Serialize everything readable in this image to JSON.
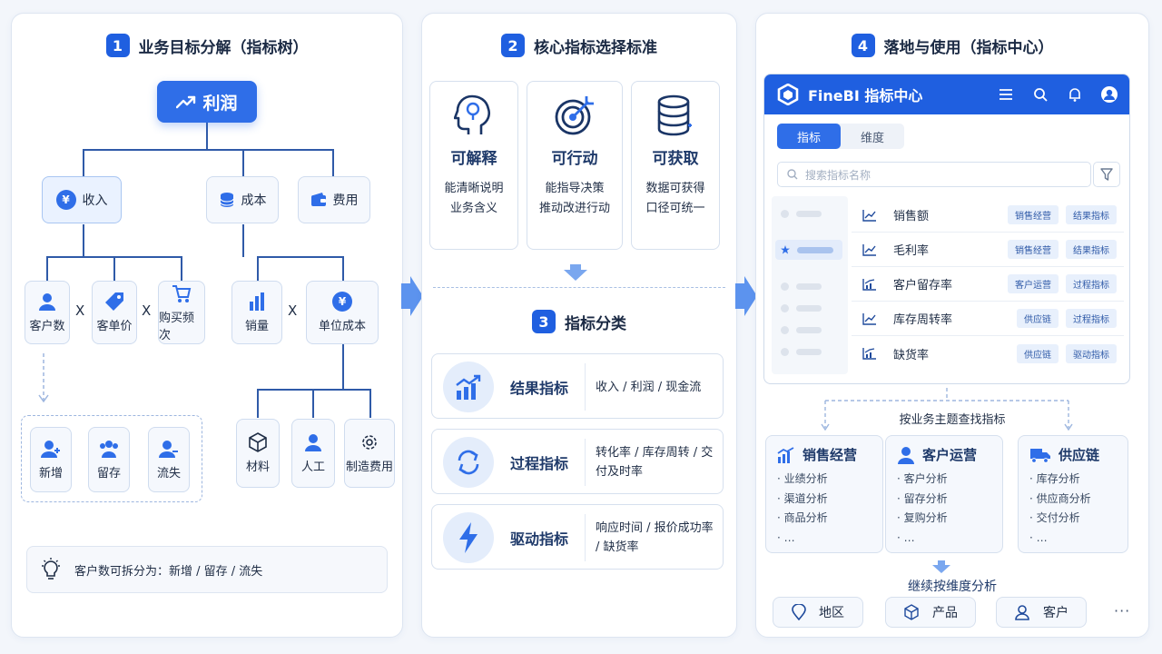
{
  "panel1": {
    "num": "1",
    "title": "业务目标分解（指标树）",
    "root": "利润",
    "level1": [
      "收入",
      "成本",
      "费用"
    ],
    "revenue_parts": [
      "客户数",
      "客单价",
      "购买频次"
    ],
    "cost_parts": [
      "销量",
      "单位成本"
    ],
    "unit_cost_parts": [
      "材料",
      "人工",
      "制造费用"
    ],
    "customer_parts": [
      "新增",
      "留存",
      "流失"
    ],
    "times": "X",
    "tip": "客户数可拆分为：新增 / 留存 / 流失"
  },
  "panel2": {
    "num2": "2",
    "title2": "核心指标选择标准",
    "criteria": [
      {
        "title": "可解释",
        "line1": "能清晰说明",
        "line2": "业务含义"
      },
      {
        "title": "可行动",
        "line1": "能指导决策",
        "line2": "推动改进行动"
      },
      {
        "title": "可获取",
        "line1": "数据可获得",
        "line2": "口径可统一"
      }
    ],
    "num3": "3",
    "title3": "指标分类",
    "categories": [
      {
        "name": "结果指标",
        "desc": "收入 / 利润 / 现金流"
      },
      {
        "name": "过程指标",
        "desc": "转化率 / 库存周转 / 交付及时率"
      },
      {
        "name": "驱动指标",
        "desc": "响应时间 / 报价成功率 / 缺货率"
      }
    ]
  },
  "panel3": {
    "num": "4",
    "title": "落地与使用（指标中心）",
    "app_title": "FineBI 指标中心",
    "tabs": [
      "指标",
      "维度"
    ],
    "search_placeholder": "搜索指标名称",
    "metrics": [
      {
        "name": "销售额",
        "tag1": "销售经营",
        "tag2": "结果指标"
      },
      {
        "name": "毛利率",
        "tag1": "销售经营",
        "tag2": "结果指标"
      },
      {
        "name": "客户留存率",
        "tag1": "客户运营",
        "tag2": "过程指标"
      },
      {
        "name": "库存周转率",
        "tag1": "供应链",
        "tag2": "过程指标"
      },
      {
        "name": "缺货率",
        "tag1": "供应链",
        "tag2": "驱动指标"
      }
    ],
    "lookup_label": "按业务主题查找指标",
    "domains": [
      {
        "name": "销售经营",
        "items": [
          "· 业绩分析",
          "· 渠道分析",
          "· 商品分析",
          "· …"
        ]
      },
      {
        "name": "客户运营",
        "items": [
          "· 客户分析",
          "· 留存分析",
          "· 复购分析",
          "· …"
        ]
      },
      {
        "name": "供应链",
        "items": [
          "· 库存分析",
          "· 供应商分析",
          "· 交付分析",
          "· …"
        ]
      }
    ],
    "dim_label": "继续按维度分析",
    "dimensions": [
      "地区",
      "产品",
      "客户"
    ],
    "more": "···"
  },
  "colors": {
    "primary": "#2f6ee8",
    "header": "#1f5fe0",
    "line": "#2f5aa8",
    "text": "#1f2d45"
  }
}
